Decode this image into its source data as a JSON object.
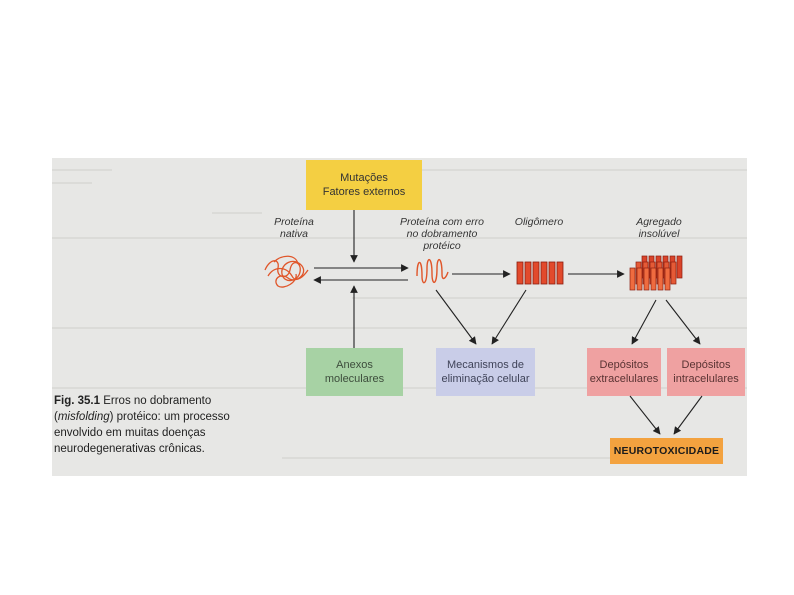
{
  "figure": {
    "boxes": {
      "mutacoes_line1": "Mutações",
      "mutacoes_line2": "Fatores externos",
      "anexos_line1": "Anexos",
      "anexos_line2": "moleculares",
      "mecanismos_line1": "Mecanismos de",
      "mecanismos_line2": "eliminação celular",
      "depositos_extra_line1": "Depósitos",
      "depositos_extra_line2": "extracelulares",
      "depositos_intra_line1": "Depósitos",
      "depositos_intra_line2": "intracelulares",
      "neurotoxicidade": "NEUROTOXICIDADE"
    },
    "stage_labels": {
      "proteina_nativa_1": "Proteína",
      "proteina_nativa_2": "nativa",
      "proteina_erro_1": "Proteína com erro",
      "proteina_erro_2": "no dobramento",
      "proteina_erro_3": "protéico",
      "oligomero": "Oligômero",
      "agregado_1": "Agregado",
      "agregado_2": "insolúvel"
    },
    "caption": {
      "fig_number": "Fig. 35.1",
      "title": " Erros no dobramento",
      "line2_italic": "misfolding",
      "line2_rest": ") protéico: um processo",
      "line3": "envolvido em muitas doenças",
      "line4": "neurodegenerativas crônicas."
    },
    "colors": {
      "yellow": "#f4cf42",
      "green": "#a7d2a4",
      "lavender": "#c9cde8",
      "pink": "#efa1a1",
      "orange": "#f3a23f",
      "protein": "#e0562a",
      "arrow": "#222222"
    }
  }
}
